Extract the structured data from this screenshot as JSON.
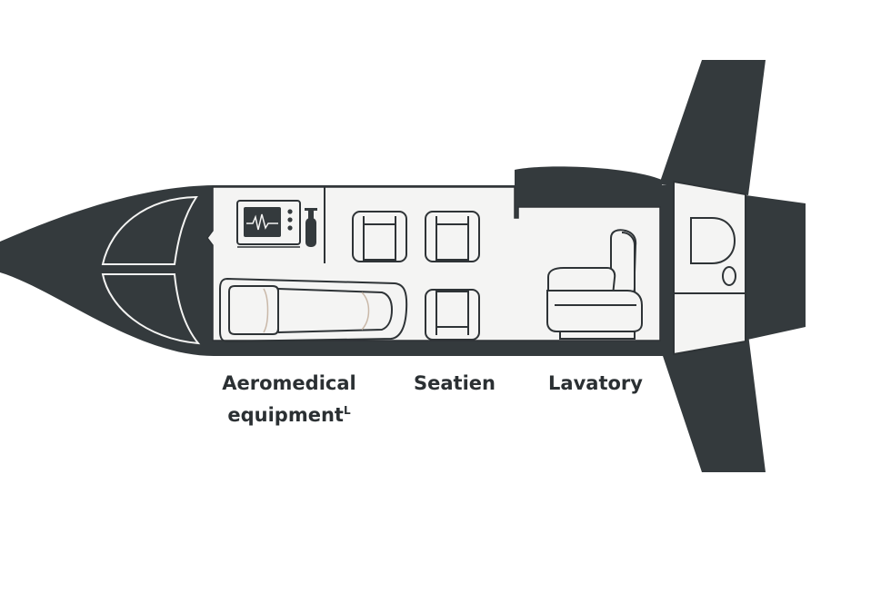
{
  "colors": {
    "fuselage": "#343a3d",
    "cabin": "#f4f4f3",
    "outline": "#2e3336",
    "background": "#ffffff",
    "stretcher_accent": "#c9b8a8"
  },
  "labels": {
    "aeromedical_line1": "Aeromedical",
    "aeromedical_line2": "equipment",
    "aeromedical_mark": "L",
    "seating": "Seatien",
    "lavatory": "Lavatory"
  },
  "icons": [
    "cockpit-windshield-icon",
    "ecg-monitor-icon",
    "oxygen-cylinder-icon",
    "stretcher-icon",
    "passenger-seat-icon",
    "lavatory-toilet-icon",
    "wing-icon",
    "engine-nacelle-icon"
  ]
}
